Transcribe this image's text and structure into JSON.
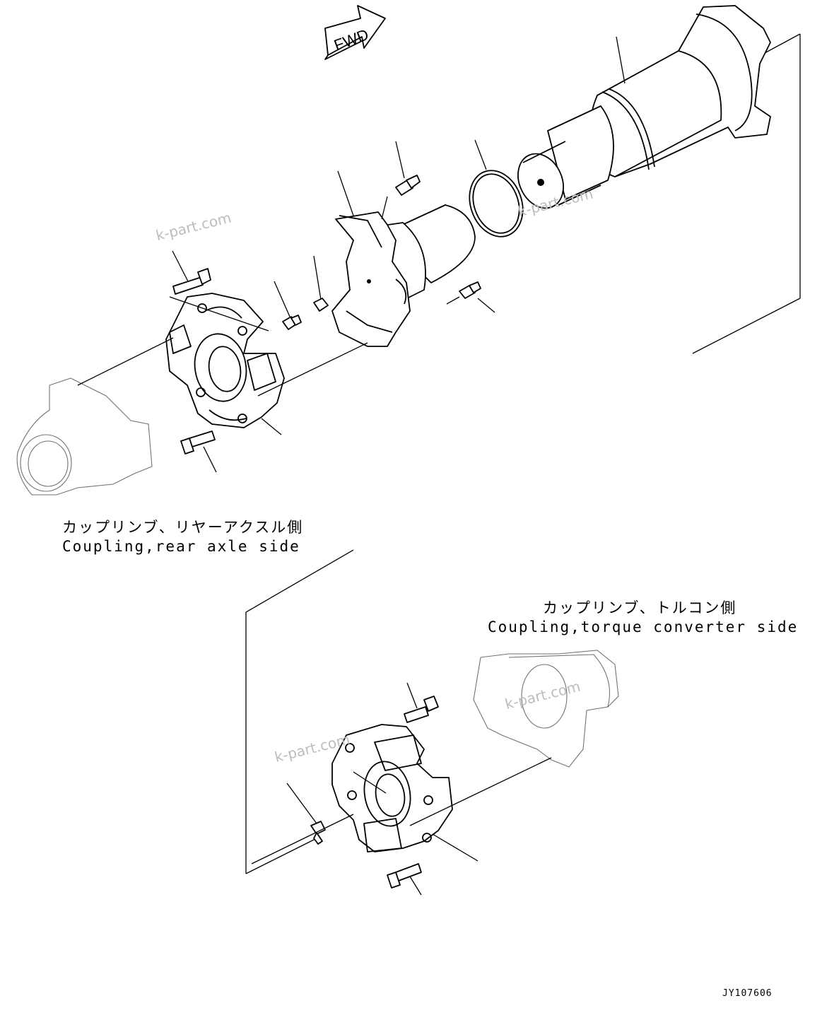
{
  "fwd_marker": {
    "label": "FWD"
  },
  "captions": {
    "rear_axle_jp": "カップリンブ、リヤーアクスル側",
    "rear_axle_en": "Coupling,rear axle side",
    "torque_conv_jp": "カップリンブ、トルコン側",
    "torque_conv_en": "Coupling,torque converter side"
  },
  "watermarks": [
    "k-part.com",
    "k-part.com",
    "k-part.com",
    "k-part.com"
  ],
  "drawing_code": "JY107606"
}
